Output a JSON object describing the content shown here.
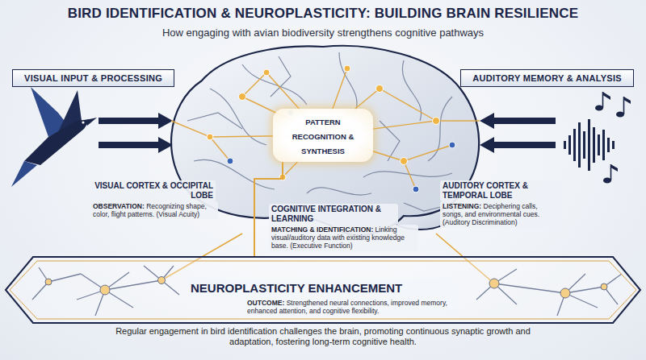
{
  "diagram": {
    "title": "BIRD IDENTIFICATION & NEUROPLASTICITY: BUILDING BRAIN RESILIENCE",
    "caption": "Regular engagement in bird identification challenges the brain, promoting continuous synaptic growth and adaptation, fostering long-term cognitive health.",
    "nodes": [
      {
        "text": [
          "VISUAL INPUT & PROCESSING"
        ]
      },
      {
        "text": [
          "AUDITORY MEMORY & ANALYSIS"
        ]
      },
      {
        "text": [
          "PATTERN RECOGNITION & SYNTHESIS"
        ]
      },
      {
        "text": [
          "NEUROPLASTICITY ENHANCEMENT",
          "OUTCOME: Strengthened neural connections, improved memory, enhanced attention, and cognitive flexibility."
        ]
      }
    ],
    "edges": [
      {
        "from": 2,
        "to": 3,
        "arrow": "none"
      }
    ],
    "labels": [
      "How engaging with avian biodiversity strengthens cognitive pathways",
      "VISUAL CORTEX & OCCIPITAL LOBE",
      "OBSERVATION: Recognizing shape, color, flight patterns. (Visual Acuity)",
      "AUDITORY CORTEX & TEMPORAL LOBE",
      "LISTENING: Deciphering calls, songs, and environmental cues. (Auditory Discrimination)",
      "COGNITIVE INTEGRATION & LEARNING",
      "MATCHING & IDENTIFICATION: Linking visual/auditory data with existing knowledge base. (Executive Function)"
    ]
  }
}
